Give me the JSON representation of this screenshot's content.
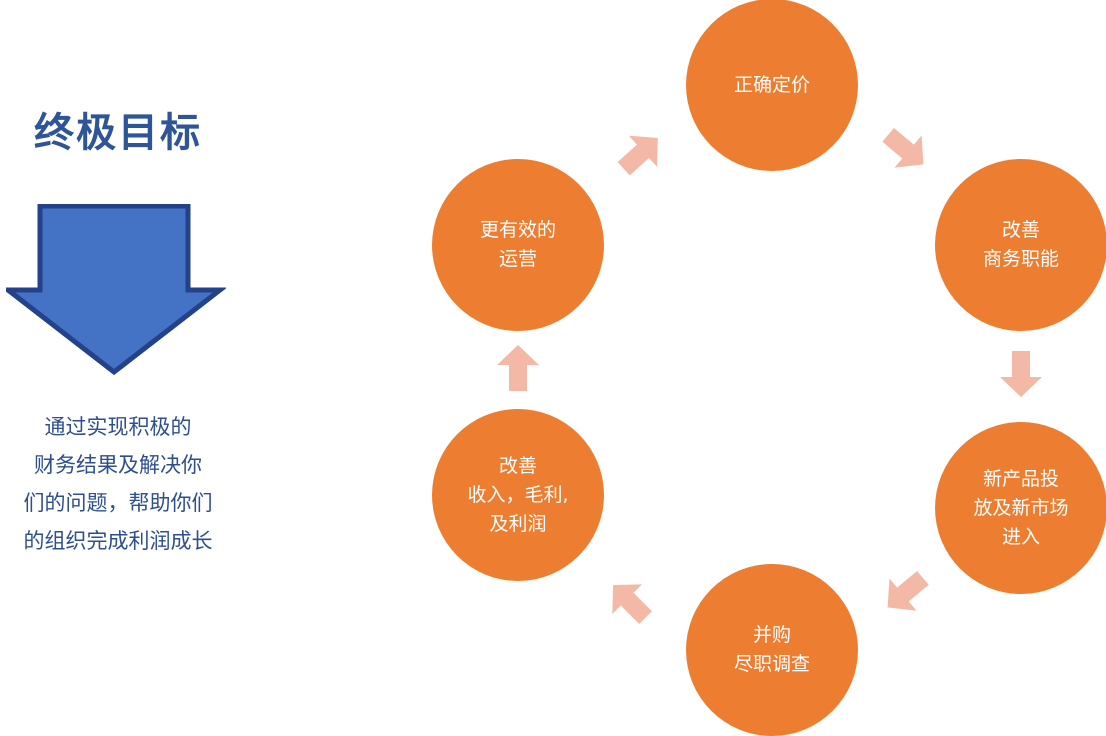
{
  "title": "终极目标",
  "description": [
    "通过实现积极的",
    "财务结果及解决你",
    "们的问题，帮助你们",
    "的组织完成利润成长"
  ],
  "colors": {
    "title": "#2e5597",
    "description": "#2e4f8f",
    "arrow_fill": "#4472c4",
    "arrow_stroke": "#24418a",
    "node_fill": "#ed7d31",
    "cycle_arrow": "#f4b8a6"
  },
  "cycle": [
    {
      "lines": [
        "正确定价"
      ]
    },
    {
      "lines": [
        "改善",
        "商务职能"
      ]
    },
    {
      "lines": [
        "新产品投",
        "放及新市场",
        "进入"
      ]
    },
    {
      "lines": [
        "并购",
        "尽职调查"
      ]
    },
    {
      "lines": [
        "改善",
        "收入，毛利,",
        "及利润"
      ]
    },
    {
      "lines": [
        "更有效的",
        "运营"
      ]
    }
  ]
}
